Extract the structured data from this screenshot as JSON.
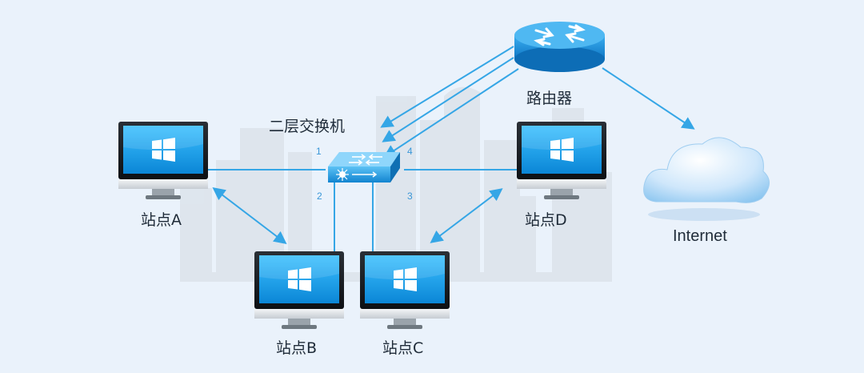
{
  "switch_label": "二层交换机",
  "router_label": "路由器",
  "internet_label": "Internet",
  "stations": {
    "a": "站点A",
    "b": "站点B",
    "c": "站点C",
    "d": "站点D"
  },
  "ports": [
    "1",
    "2",
    "3",
    "4"
  ],
  "colors": {
    "link": "#35a6e6",
    "switch": "#1f9be0",
    "router": "#1a8fd6",
    "screen": "#1aa7ee",
    "background": "#eaf2fb"
  },
  "icons": {
    "station": "desktop-computer-icon",
    "os": "windows-logo-icon",
    "switch": "network-switch-icon",
    "router": "router-icon",
    "internet": "cloud-icon"
  }
}
